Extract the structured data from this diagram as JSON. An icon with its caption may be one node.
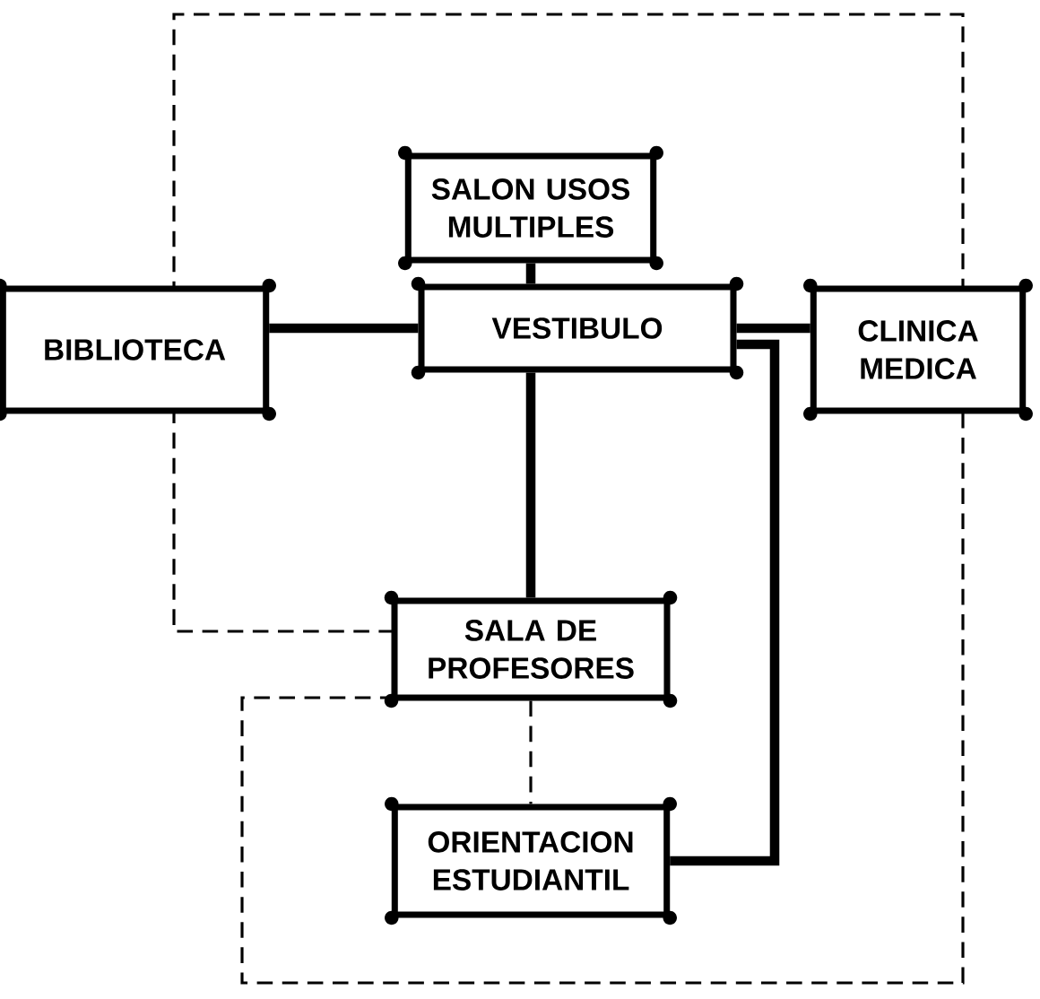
{
  "diagram": {
    "nodes": [
      {
        "text": [
          "SALON USOS MULTIPLES"
        ]
      },
      {
        "text": [
          "BIBLIOTECA"
        ]
      },
      {
        "text": [
          "VESTIBULO"
        ]
      },
      {
        "text": [
          "CLINICA MEDICA"
        ]
      },
      {
        "text": [
          "SALA DE PROFESORES"
        ]
      },
      {
        "text": [
          "ORIENTACION ESTUDIANTIL"
        ]
      }
    ],
    "edges": [
      {
        "from": 0,
        "to": 2,
        "arrow": "none"
      },
      {
        "from": 1,
        "to": 2,
        "arrow": "none"
      },
      {
        "from": 2,
        "to": 3,
        "arrow": "none"
      },
      {
        "from": 2,
        "to": 4,
        "arrow": "none"
      },
      {
        "from": 2,
        "to": 5,
        "arrow": "none"
      },
      {
        "from": 4,
        "to": 5,
        "arrow": "none",
        "style": "dashed"
      }
    ]
  }
}
